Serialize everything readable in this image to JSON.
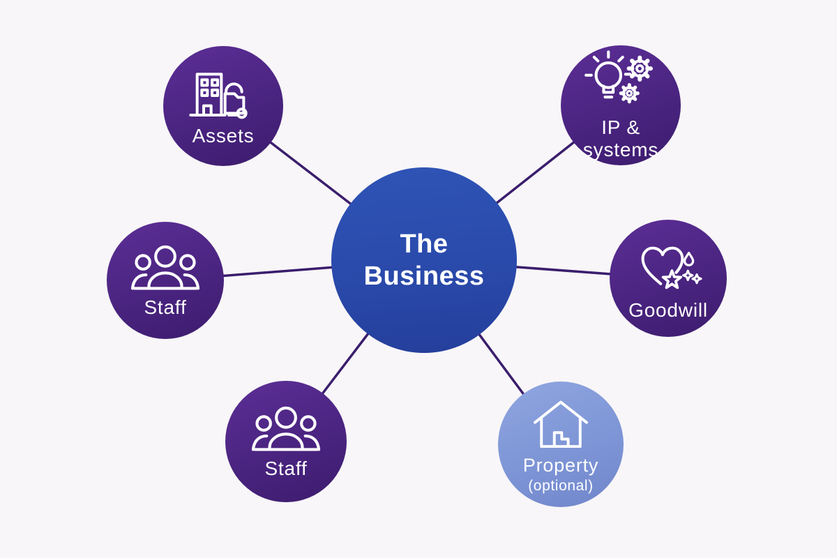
{
  "colors": {
    "background": "#f8f6f8",
    "connector": "#3a1d6d",
    "center_circle_top": "#2e54b6",
    "center_circle_bottom": "#243e9a",
    "satellite_circle_top": "#5c2e96",
    "satellite_circle_bottom": "#3c1c6d",
    "property_circle_top": "#90a6e0",
    "property_circle_bottom": "#7086cb",
    "text": "#ffffff"
  },
  "center": {
    "line1": "The",
    "line2": "Business"
  },
  "nodes": [
    {
      "id": "assets",
      "label": "Assets",
      "icon": "building-truck-icon"
    },
    {
      "id": "ip-systems",
      "label": "IP & systems",
      "icon": "lightbulb-gears-icon"
    },
    {
      "id": "staff-left",
      "label": "Staff",
      "icon": "people-icon"
    },
    {
      "id": "goodwill",
      "label": "Goodwill",
      "icon": "heart-stars-icon"
    },
    {
      "id": "staff-bottom",
      "label": "Staff",
      "icon": "people-icon"
    },
    {
      "id": "property",
      "label": "Property",
      "sublabel": "(optional)",
      "icon": "house-icon"
    }
  ]
}
